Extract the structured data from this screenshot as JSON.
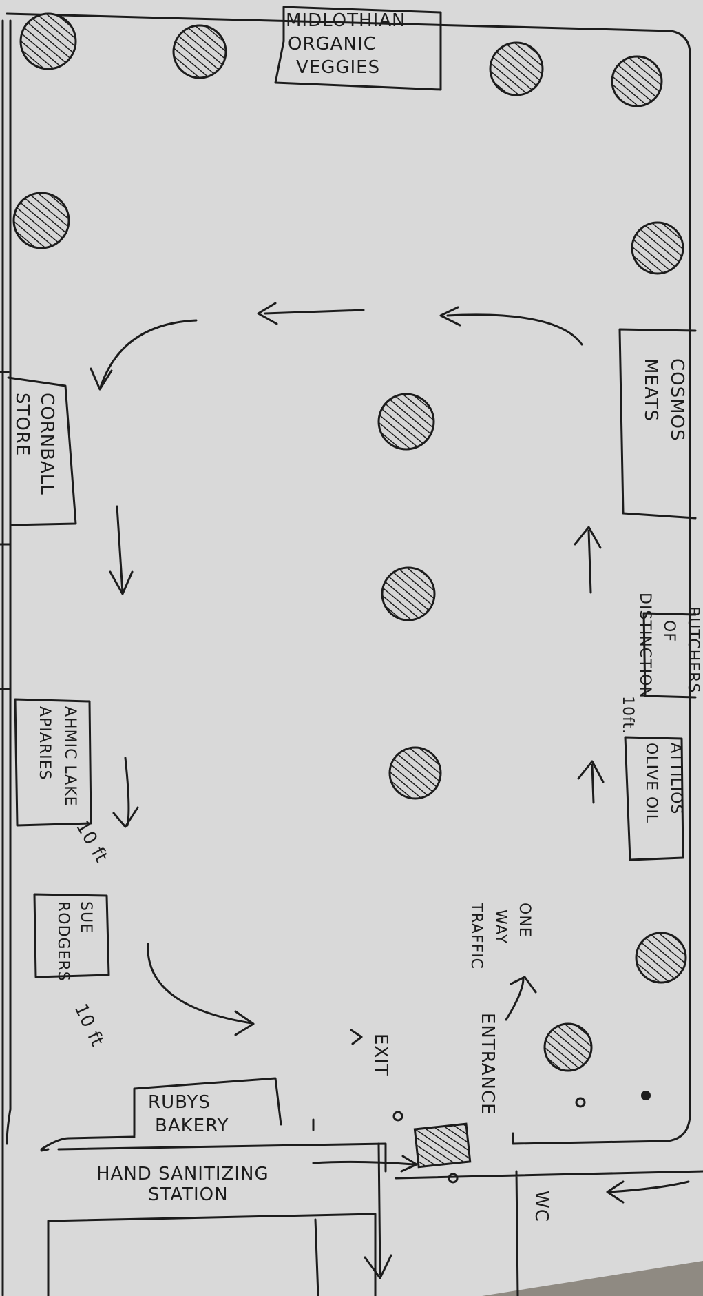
{
  "vendors": {
    "midlothian": [
      "MIDLOTHIAN",
      "ORGANIC",
      "VEGGIES"
    ],
    "cosmos": [
      "COSMOS",
      "MEATS"
    ],
    "butchers": [
      "BUTCHERS",
      "OF",
      "DISTINCTION"
    ],
    "attilios": [
      "ATTILIOS",
      "OLIVE OIL"
    ],
    "cornball": [
      "CORNBALL",
      "STORE"
    ],
    "ahmic": [
      "AHMIC LAKE",
      "APIARIES"
    ],
    "sue": [
      "SUE",
      "RODGERS"
    ],
    "rubys": [
      "RUBYS",
      "BAKERY"
    ]
  },
  "labels": {
    "spacing_butchers": "10ft.",
    "spacing_ahmic": "10 ft",
    "spacing_sue": "10 ft",
    "one_way": [
      "ONE",
      "WAY",
      "TRAFFIC"
    ],
    "entrance": "ENTRANCE",
    "exit": "EXIT",
    "sanitizing": [
      "HAND SANITIZING",
      "STATION"
    ],
    "wc": "WC"
  },
  "colors": {
    "paper": "#d9d9d9",
    "ink": "#1c1c1c",
    "background": "#8f8a82"
  }
}
